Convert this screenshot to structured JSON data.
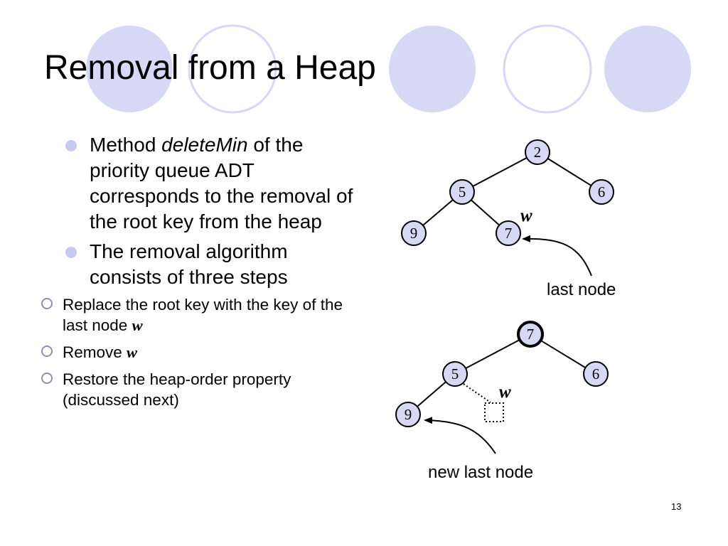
{
  "slide": {
    "title": "Removal from a Heap",
    "page_number": "13"
  },
  "bullets": [
    {
      "pre": "Method ",
      "em": "deleteMin",
      "post": " of the priority queue ADT corresponds to the removal of the root key from the heap"
    },
    {
      "text": "The removal algorithm consists of three steps",
      "sub": [
        {
          "text": "Replace the root key with the key of the last node ",
          "var": "w"
        },
        {
          "text": "Remove ",
          "var": "w"
        },
        {
          "text": "Restore the heap-order property (discussed next)"
        }
      ]
    }
  ],
  "diagram1": {
    "nodes": {
      "root": "2",
      "left": "5",
      "right": "6",
      "left_left": "9",
      "left_right": "7"
    },
    "w_label": "w",
    "caption": "last node"
  },
  "diagram2": {
    "nodes": {
      "root": "7",
      "left": "5",
      "right": "6",
      "left_left": "9"
    },
    "w_label": "w",
    "caption": "new last node"
  },
  "colors": {
    "node_fill": "#d6d8f5",
    "decor_fill": "#d6d8f5",
    "decor_stroke": "#d6d8f5",
    "bullet": "#c6c9ee"
  }
}
